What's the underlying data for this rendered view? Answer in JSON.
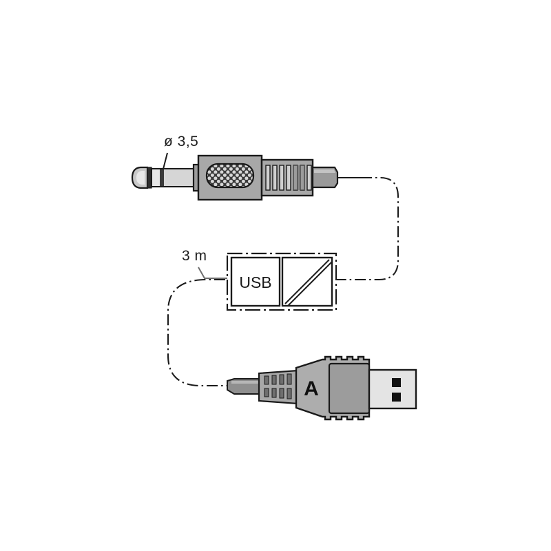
{
  "diagram": {
    "title": "USB to 3.5 mm jack cable assembly drawing",
    "labels": {
      "jack_diameter": "ø 3,5",
      "cable_length": "3 m",
      "usb_box_text": "USB",
      "usb_plug_letter": "A"
    },
    "colors": {
      "outline": "#1a1a1a",
      "body_grey": "#a8a8a8",
      "body_grey_dark": "#8f8f8f",
      "body_light": "#c9c9c9",
      "shell_light": "#e2e2e2",
      "mesh_dark": "#3a3a3a",
      "mesh_light": "#d5d5d5",
      "cable_line": "#1a1a1a",
      "background": "#ffffff",
      "contact_black": "#111111"
    },
    "components": [
      {
        "name": "jack-plug-3-5mm",
        "label": "ø 3,5",
        "description": "3.5 mm mono/stereo jack plug with knurled grip and strain relief"
      },
      {
        "name": "usb-symbol-box",
        "label": "USB",
        "description": "Dash-dot bordered enclosure containing USB label square and diagonal-line square"
      },
      {
        "name": "usb-a-plug",
        "label": "A",
        "description": "USB type A plug with metal shell and two contact squares"
      }
    ],
    "cable": {
      "style": "dash-dot",
      "length_label": "3 m",
      "segments": [
        "jack to usb-box (right loop)",
        "usb-box to usb-a-plug (left loop)"
      ]
    }
  }
}
